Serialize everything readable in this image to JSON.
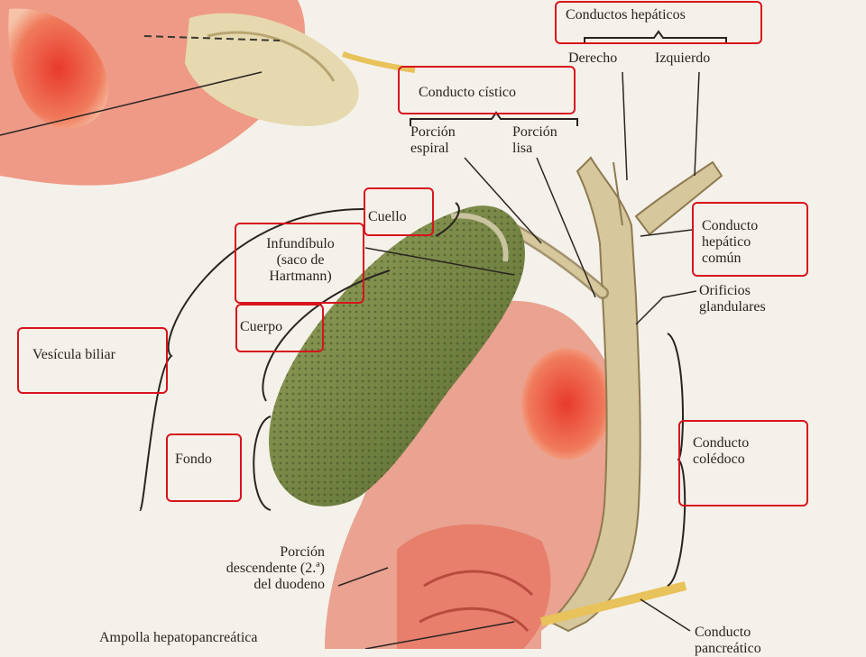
{
  "labels": {
    "conductos_hepaticos": "Conductos hepáticos",
    "derecho": "Derecho",
    "izquierdo": "Izquierdo",
    "conducto_cistico": "Conducto cístico",
    "porcion_espiral": "Porción\nespiral",
    "porcion_lisa": "Porción\nlisa",
    "cuello": "Cuello",
    "infundibulo": "Infundíbulo\n(saco de\nHartmann)",
    "cuerpo": "Cuerpo",
    "vesicula_biliar": "Vesícula biliar",
    "fondo": "Fondo",
    "conducto_hepatico_comun": "Conducto\nhepático\ncomún",
    "orificios_glandulares": "Orificios\nglandulares",
    "conducto_coledoco": "Conducto\ncolédoco",
    "porcion_descendente": "Porción\ndescendente (2.ª)\ndel duodeno",
    "ampolla": "Ampolla hepatopancreática",
    "conducto_pancreatico": "Conducto\npancreático"
  },
  "colors": {
    "highlight_box": "#d8141c",
    "gallbladder": "#7f8f4a",
    "tissue": "#e79a8a",
    "duct": "#c9b98a"
  }
}
